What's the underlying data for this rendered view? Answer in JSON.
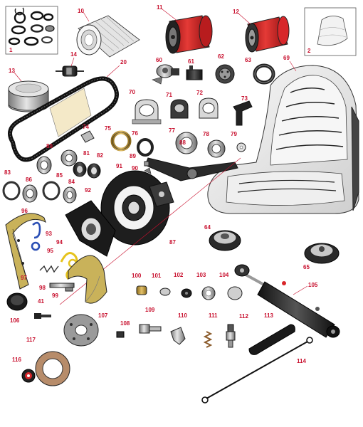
{
  "parts_diagram": {
    "callouts": {
      "n1": "1",
      "n2": "2",
      "n10": "10",
      "n11": "11",
      "n12": "12",
      "n13": "13",
      "n14": "14",
      "n20": "20",
      "n41": "41",
      "n60": "60",
      "n61": "61",
      "n62": "62",
      "n63": "63",
      "n64": "64",
      "n65": "65",
      "n69": "69",
      "n70": "70",
      "n71": "71",
      "n72": "72",
      "n73": "73",
      "n74": "74",
      "n75": "75",
      "n76": "76",
      "n77": "77",
      "n78": "78",
      "n79": "79",
      "n80": "80",
      "n81": "81",
      "n82": "82",
      "n83": "83",
      "n84": "84",
      "n85": "85",
      "n86": "86",
      "n87": "87",
      "n88": "88",
      "n89": "89",
      "n90": "90",
      "n91": "91",
      "n92": "92",
      "n93": "93",
      "n94": "94",
      "n95": "95",
      "n96": "96",
      "n97": "97",
      "n98": "98",
      "n99": "99",
      "n100": "100",
      "n101": "101",
      "n102": "102",
      "n103": "103",
      "n104": "104",
      "n105": "105",
      "n106": "106",
      "n107": "107",
      "n108": "108",
      "n109": "109",
      "n110": "110",
      "n111": "111",
      "n112": "112",
      "n113": "113",
      "n114": "114",
      "n116": "116",
      "n117": "117"
    },
    "colors": {
      "callout": "#c8102e",
      "filter_red": "#d8262a",
      "brass": "#c8a24a",
      "blue_spring": "#2b4fb5",
      "yellow_spring": "#e6c31c",
      "seat_grey": "#e8e8e8",
      "outline": "#222222"
    }
  }
}
